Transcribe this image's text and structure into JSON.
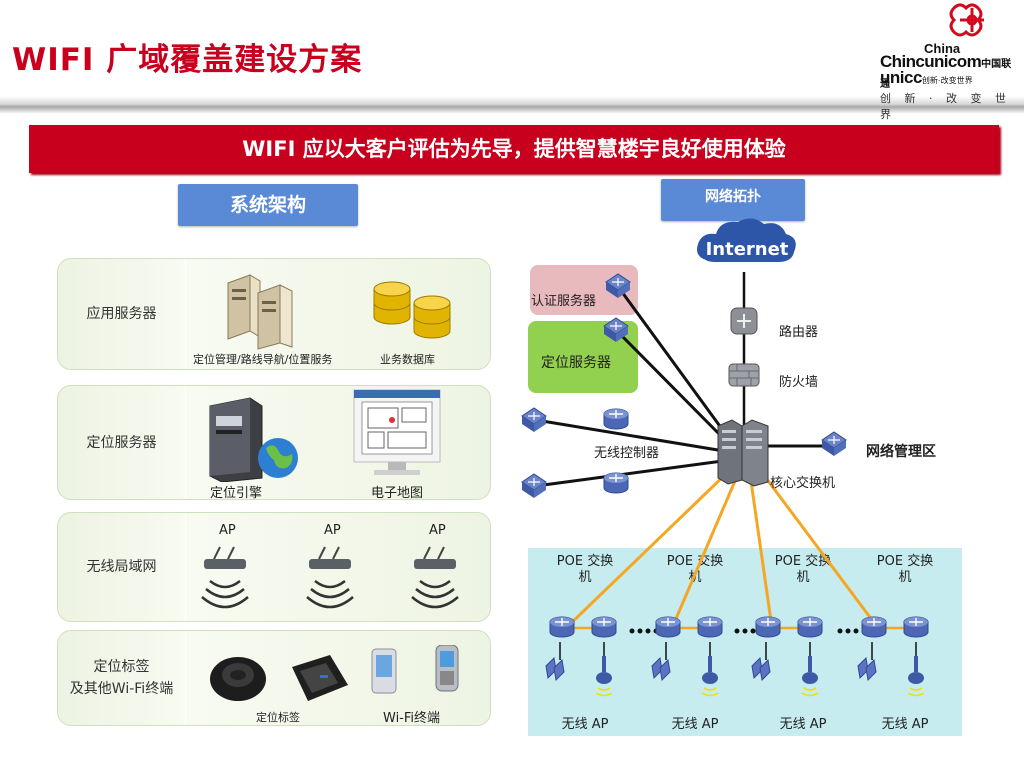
{
  "header": {
    "title": "WIFI 广域覆盖建设方案",
    "logo": {
      "line1": "China",
      "line2a": "Chinc",
      "line2b": "unicom",
      "line2c": "中国联通",
      "line3a": "unicc",
      "line3b": "创新·改变世界",
      "slogan": "创 新 · 改 变 世 界"
    }
  },
  "banner": "WIFI 应以大客户评估为先导，提供智慧楼宇良好使用体验",
  "architecture": {
    "heading": "系统架构",
    "layers": [
      {
        "label": "应用服务器",
        "captions": [
          "定位管理/路线导航/位置服务",
          "业务数据库"
        ]
      },
      {
        "label": "定位服务器",
        "captions": [
          "定位引擎",
          "电子地图"
        ]
      },
      {
        "label": "无线局域网",
        "captions": [
          "AP",
          "AP",
          "AP"
        ]
      },
      {
        "label_line1": "定位标签",
        "label_line2": "及其他Wi-Fi终端",
        "captions": [
          "定位标签",
          "Wi-Fi终端"
        ]
      }
    ]
  },
  "topology": {
    "heading": "网络拓扑",
    "internet": "Internet",
    "auth_server": "认证服务器",
    "location_server": "定位服务器",
    "router": "路由器",
    "firewall": "防火墙",
    "wireless_controller": "无线控制器",
    "core_switch": "核心交换机",
    "network_mgmt": "网络管理区",
    "poe_units": [
      {
        "title_line1": "POE 交换",
        "title_line2": "机",
        "ap_label": "无线 AP"
      },
      {
        "title_line1": "POE 交换",
        "title_line2": "机",
        "ap_label": "无线 AP"
      },
      {
        "title_line1": "POE 交换",
        "title_line2": "机",
        "ap_label": "无线 AP"
      },
      {
        "title_line1": "POE 交换",
        "title_line2": "机",
        "ap_label": "无线 AP"
      }
    ]
  },
  "colors": {
    "title_red": "#c8001e",
    "tag_blue": "#5a8ad6",
    "auth_pink": "#e8b9bd",
    "loc_green": "#92d050",
    "poe_cyan": "#c6ecf0",
    "link_orange": "#f5a623"
  }
}
